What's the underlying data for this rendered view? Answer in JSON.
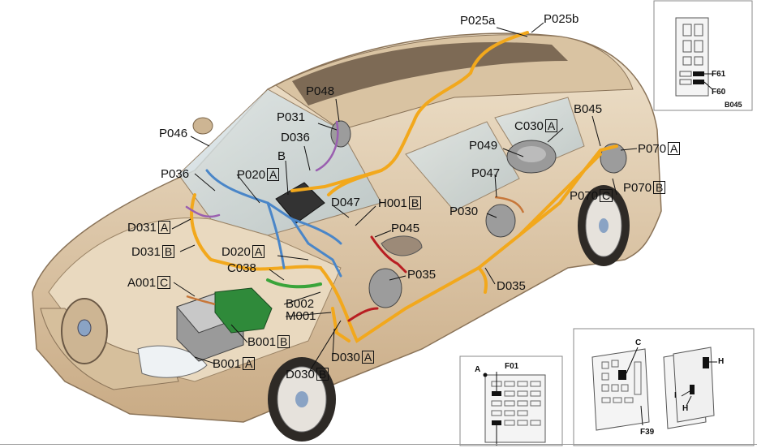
{
  "labels": {
    "P025a": "P025a",
    "P025b": "P025b",
    "P048": "P048",
    "P031": "P031",
    "D036": "D036",
    "P046": "P046",
    "B": "B",
    "P036": "P036",
    "P020": "P020",
    "P020_conn": "A",
    "D047": "D047",
    "H001": "H001",
    "H001_conn": "B",
    "P045": "P045",
    "D031a": "D031",
    "D031a_conn": "A",
    "D031b": "D031",
    "D031b_conn": "B",
    "D020": "D020",
    "D020_conn": "A",
    "C038": "C038",
    "P035": "P035",
    "A001": "A001",
    "A001_conn": "C",
    "B002": "B002",
    "M001": "M001",
    "B001b": "B001",
    "B001b_conn": "B",
    "B001a": "B001",
    "B001a_conn": "A",
    "D030a": "D030",
    "D030a_conn": "A",
    "D030b": "D030",
    "D030b_conn": "B",
    "C030": "C030",
    "C030_conn": "A",
    "P049": "P049",
    "P047": "P047",
    "P030": "P030",
    "D035": "D035",
    "B045": "B045",
    "P070a": "P070",
    "P070a_conn": "A",
    "P070c": "P070",
    "P070c_conn": "C",
    "P070b": "P070",
    "P070b_conn": "B"
  },
  "insets": {
    "b045": {
      "f61": "F61",
      "f60": "F60",
      "caption": "B045"
    },
    "fuse_box": {
      "a": "A",
      "f01": "F01"
    },
    "dashboard_box": {
      "c": "C",
      "h": "H",
      "i": "I",
      "h2": "H",
      "f39": "F39"
    }
  },
  "colors": {
    "harness_orange": "#f2a81c",
    "harness_blue": "#4a86c8",
    "harness_purple": "#9a5fb0",
    "harness_green": "#3aa43a",
    "harness_red": "#b81e22",
    "car_body": "#e4cfb0"
  }
}
